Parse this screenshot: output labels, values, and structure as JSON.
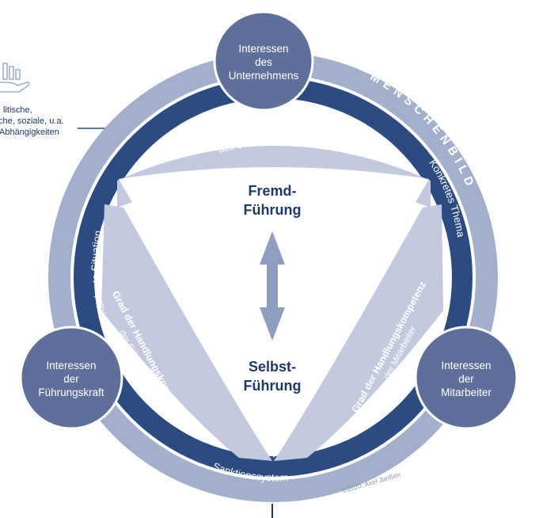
{
  "colors": {
    "outer_ring": "#a3afcb",
    "inner_ring": "#2c4b80",
    "band": "#c3cadf",
    "node": "#5e7099",
    "arrow": "#8e9ec0",
    "label_dark": "#1f3868",
    "small_text": "#8a95ad"
  },
  "side_note": {
    "icon": "hand-with-bar-chart-icon",
    "line1": "litische,",
    "line2": "che, soziale, u.a.",
    "line3": "Abhängigkeiten"
  },
  "nodes": {
    "top": [
      "Interessen",
      "des",
      "Unternehmens"
    ],
    "left": [
      "Interessen",
      "der",
      "Führungskraft"
    ],
    "right": [
      "Interessen",
      "der",
      "Mitarbeiter"
    ]
  },
  "ring": {
    "outer_label": "MENSCHENBILD",
    "inner_left": "Konkrete Situation",
    "inner_right": "Konkretes Thema",
    "inner_bottom": "Sanktionssystem"
  },
  "bands": {
    "top_title": "Grad der Handlungskompetenz",
    "top_sub": "des Unternehmens",
    "left_title": "Grad der Handlungskompetenz",
    "left_sub": "der Führungskraft",
    "right_title": "Grad der Handlungskompetenz",
    "right_sub": "der Mitarbeiter"
  },
  "center": {
    "fremd_1": "Fremd-",
    "fremd_2": "Führung",
    "selbst_1": "Selbst-",
    "selbst_2": "Führung"
  },
  "copyright": "©2020, Axel Janßen"
}
